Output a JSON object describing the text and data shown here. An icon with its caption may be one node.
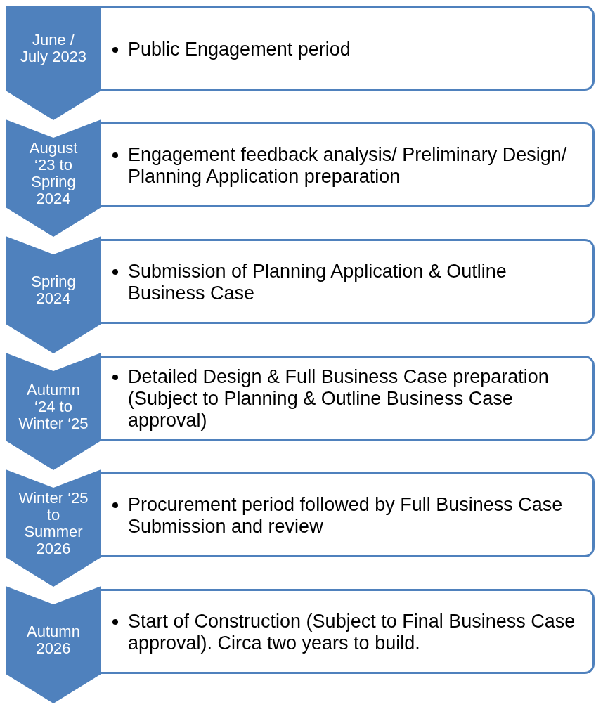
{
  "diagram": {
    "nodes": [
      {
        "text": [
          "June / July 2023"
        ]
      },
      {
        "text": [
          "Public Engagement period"
        ]
      },
      {
        "text": [
          "August ‘23 to Spring 2024"
        ]
      },
      {
        "text": [
          "Engagement feedback analysis/ Preliminary Design/ Planning Application preparation"
        ]
      },
      {
        "text": [
          "Spring 2024"
        ]
      },
      {
        "text": [
          "Submission of Planning Application & Outline Business Case"
        ]
      },
      {
        "text": [
          "Autumn ‘24 to Winter ‘25"
        ]
      },
      {
        "text": [
          "Detailed Design & Full Business Case preparation (Subject to Planning & Outline Business Case approval)"
        ]
      },
      {
        "text": [
          "Winter ‘25 to Summer 2026"
        ]
      },
      {
        "text": [
          "Procurement period followed by Full Business Case Submission and review"
        ]
      },
      {
        "text": [
          "Autumn 2026"
        ]
      },
      {
        "text": [
          "Start of Construction (Subject to Final Business Case approval). Circa two years to build."
        ]
      }
    ],
    "edges": []
  }
}
